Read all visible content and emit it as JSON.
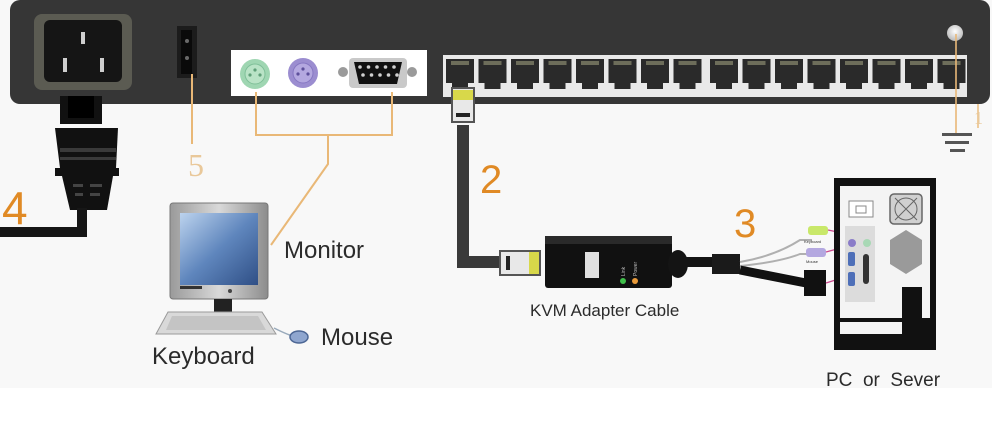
{
  "diagram": {
    "title": "KVM Switch Connection Diagram",
    "callouts": [
      {
        "id": "1",
        "target": "ground-terminal"
      },
      {
        "id": "2",
        "target": "cat5-cable-to-port"
      },
      {
        "id": "3",
        "target": "kvm-adapter-to-pc"
      },
      {
        "id": "4",
        "target": "power-cord"
      },
      {
        "id": "5",
        "target": "firmware-switch"
      }
    ],
    "labels": {
      "monitor": "Monitor",
      "mouse": "Mouse",
      "keyboard": "Keyboard",
      "adapter": "KVM Adapter Cable",
      "pc": "PC  or  Sever",
      "adapter_led_link": "Link",
      "adapter_led_power": "Power",
      "plug_keyboard": "Keyboard",
      "plug_mouse": "Mouse"
    },
    "ports": {
      "rj45_count": 16,
      "rj45_groups": 2
    },
    "colors": {
      "callout_orange": "#e08a25",
      "leader_orange": "#e9b877",
      "switch_body": "#333333",
      "ps2_keyboard": "#9fd6b2",
      "ps2_mouse": "#a99bd6",
      "cable_tip_yellow": "#d8d84a",
      "led_green": "#3fbf4a",
      "led_orange": "#e89a3a"
    }
  }
}
